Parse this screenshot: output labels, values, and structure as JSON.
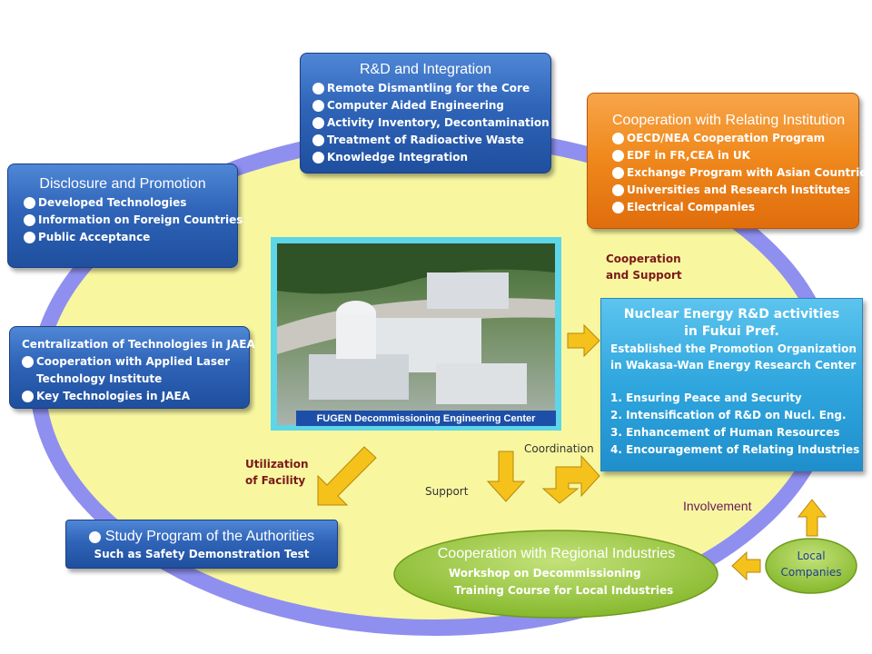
{
  "rd_integration": {
    "title": "R&D and Integration",
    "items": [
      "Remote Dismantling for the Core",
      "Computer Aided Engineering",
      "Activity Inventory, Decontamination",
      "Treatment of Radioactive Waste",
      "Knowledge Integration"
    ]
  },
  "cooperation_institution": {
    "title": "Cooperation with Relating Institution",
    "items": [
      "OECD/NEA Cooperation Program",
      "EDF in FR,CEA in UK",
      "Exchange Program with Asian Countries",
      "Universities and Research Institutes",
      "Electrical Companies"
    ]
  },
  "disclosure": {
    "title": "Disclosure and Promotion",
    "items": [
      "Developed Technologies",
      "Information on Foreign Countries",
      "Public Acceptance"
    ]
  },
  "centralization": {
    "title": "Centralization of Technologies in JAEA",
    "items": [
      "Cooperation with Applied Laser",
      "Key Technologies in JAEA"
    ],
    "continuation": "Technology Institute"
  },
  "center": {
    "caption": "FUGEN Decommissioning Engineering Center"
  },
  "nuclear": {
    "title_line1": "Nuclear Energy R&D activities",
    "title_line2": "in Fukui Pref.",
    "established_line1": "Established the Promotion Organization",
    "established_line2": "in Wakasa-Wan Energy Research Center",
    "items": [
      "1. Ensuring Peace and Security",
      "2. Intensification of R&D on Nucl. Eng.",
      "3. Enhancement of Human Resources",
      "4. Encouragement of Relating Industries"
    ]
  },
  "study": {
    "title": "Study Program of the Authorities",
    "subtitle": "Such as Safety Demonstration Test"
  },
  "regional": {
    "title": "Cooperation with Regional Industries",
    "line1": "Workshop on Decommissioning",
    "line2": "Training Course for Local Industries"
  },
  "local": {
    "line1": "Local",
    "line2": "Companies"
  },
  "labels": {
    "cooperation_support_1": "Cooperation",
    "cooperation_support_2": "and Support",
    "utilization_1": "Utilization",
    "utilization_2": "of Facility",
    "support": "Support",
    "coordination": "Coordination",
    "involvement": "Involvement"
  },
  "colors": {
    "ring": "#8f8ff0",
    "fill": "#f8f7a0",
    "arrow": "#f5c21c",
    "blue_box": "#2f64b8",
    "orange_box": "#f08a1e",
    "cyan_box": "#2fa6de",
    "green": "#9cc83c"
  }
}
